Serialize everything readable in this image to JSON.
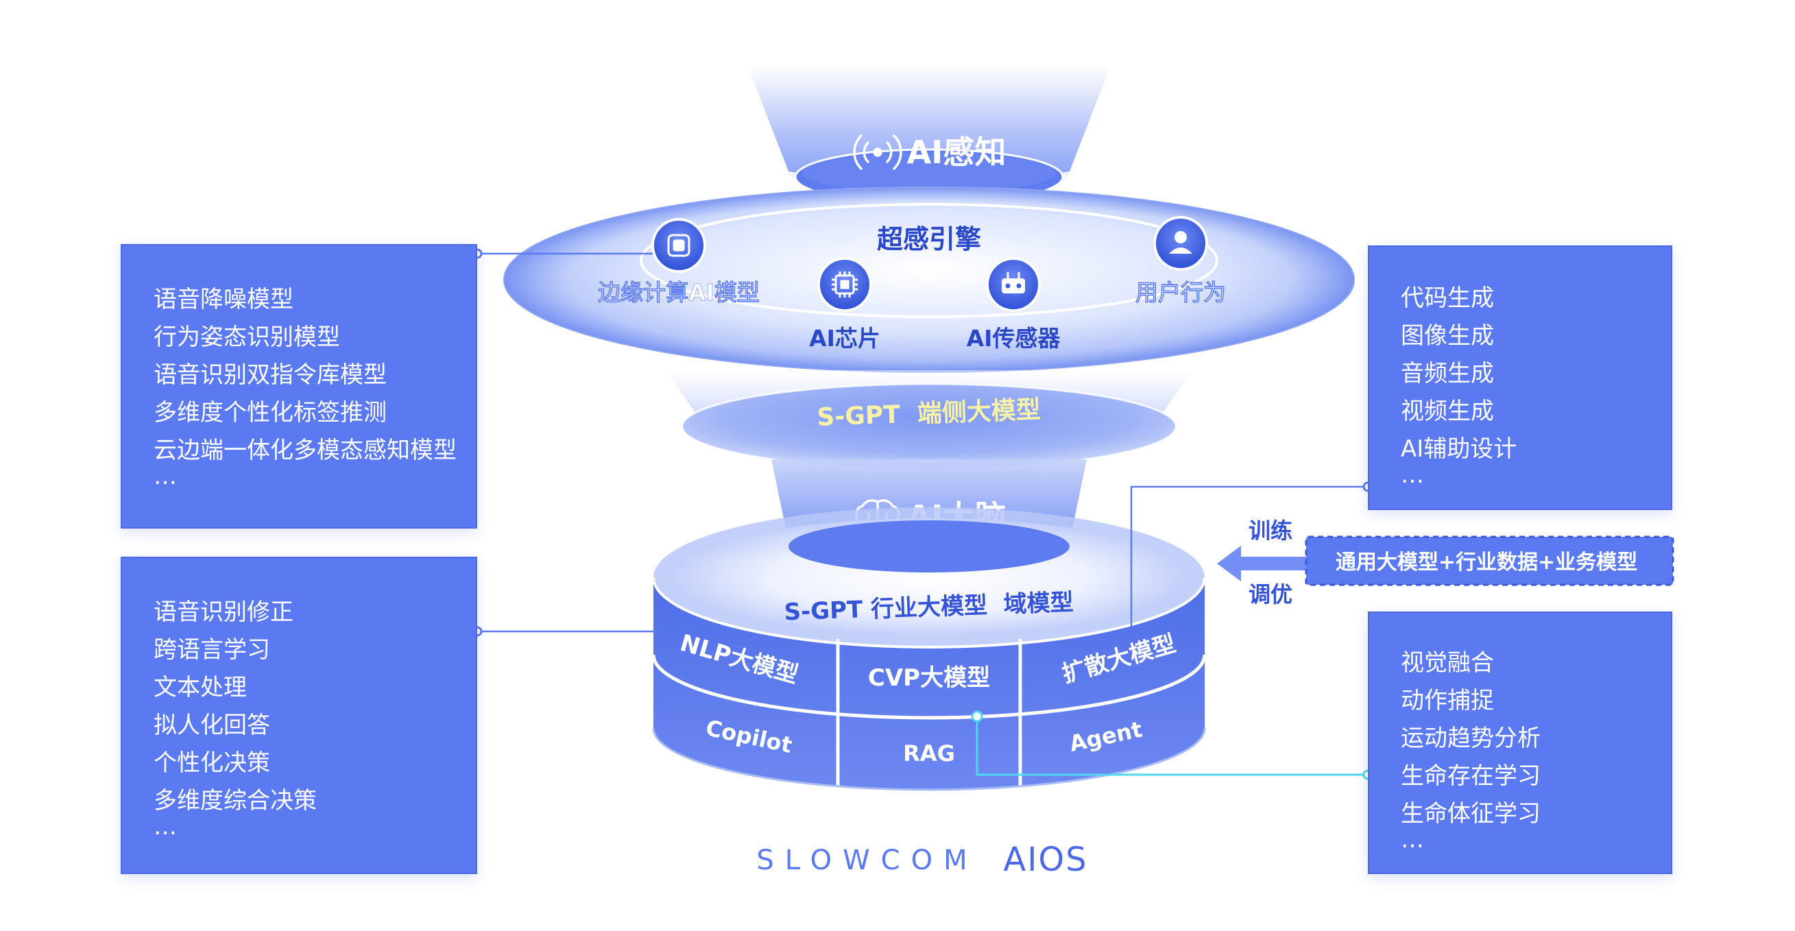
{
  "perception": {
    "title": "AI感知",
    "icon": "radio-waves-icon"
  },
  "engine": {
    "title": "超感引擎",
    "nodes": [
      {
        "label": "边缘计算AI模型",
        "icon": "edge-compute-icon"
      },
      {
        "label": "AI芯片",
        "icon": "chip-icon"
      },
      {
        "label": "AI传感器",
        "icon": "sensor-icon"
      },
      {
        "label": "用户行为",
        "icon": "user-icon"
      }
    ]
  },
  "edge_model": {
    "title": "S-GPT  端侧大模型"
  },
  "brain": {
    "title": "AI大脑",
    "icon": "brain-icon"
  },
  "industry": {
    "title": "S-GPT 行业大模型  域模型",
    "top_cells": [
      "NLP大模型",
      "CVP大模型",
      "扩散大模型"
    ],
    "bottom_cells": [
      "Copilot",
      "RAG",
      "Agent"
    ]
  },
  "training": {
    "train_label": "训练",
    "tune_label": "调优",
    "source_label": "通用大模型+行业数据+业务模型"
  },
  "panels": {
    "left_top": [
      "语音降噪模型",
      "行为姿态识别模型",
      "语音识别双指令库模型",
      "多维度个性化标签推测",
      "云边端一体化多模态感知模型"
    ],
    "left_bottom": [
      "语音识别修正",
      "跨语言学习",
      "文本处理",
      "拟人化回答",
      "个性化决策",
      "多维度综合决策"
    ],
    "right_top": [
      "代码生成",
      "图像生成",
      "音频生成",
      "视频生成",
      "AI辅助设计"
    ],
    "right_bottom": [
      "视觉融合",
      "动作捕捉",
      "运动趋势分析",
      "生命存在学习",
      "生命体征学习"
    ],
    "more": "…"
  },
  "brand": {
    "company": "SLOWCOM",
    "product": "AIOS"
  },
  "colors": {
    "primary": "#5b7af2",
    "dark_blue": "#2a48c8",
    "accent_cyan": "#4fd6f0",
    "highlight_yellow": "#f7f2a8"
  }
}
